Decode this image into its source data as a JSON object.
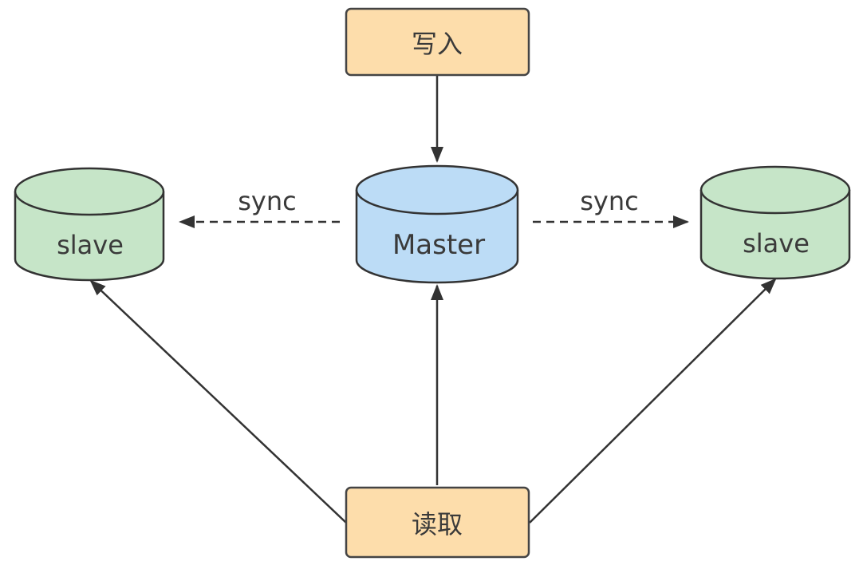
{
  "nodes": {
    "write": {
      "label": "写入",
      "fill": "#fdddab"
    },
    "read": {
      "label": "读取",
      "fill": "#fdddab"
    },
    "master": {
      "label": "Master",
      "fill": "#bcdcf6"
    },
    "slave_left": {
      "label": "slave",
      "fill": "#c6e5c8"
    },
    "slave_right": {
      "label": "slave",
      "fill": "#c6e5c8"
    }
  },
  "edges": {
    "sync_left": {
      "label": "sync"
    },
    "sync_right": {
      "label": "sync"
    }
  },
  "colors": {
    "stroke": "#333333",
    "text": "#3a3a3a"
  }
}
